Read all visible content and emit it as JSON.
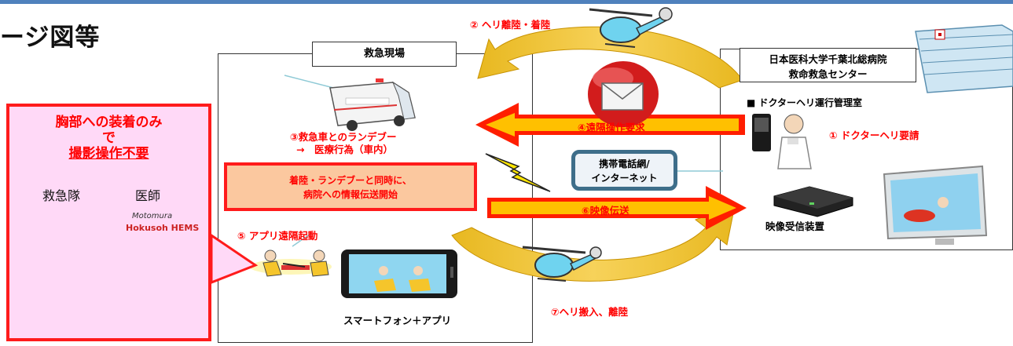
{
  "title": "ージ図等",
  "scene": {
    "label": "救急現場"
  },
  "hospital": {
    "label_line1": "日本医科大学千葉北総病院",
    "label_line2": "救命救急センター",
    "ops_room": "■ ドクターヘリ運行管理室"
  },
  "steps": {
    "s1": "① ドクターヘリ要請",
    "s2": "② ヘリ離陸・着陸",
    "s3_line1": "③救急車とのランデブー",
    "s3_line2": "→　医療行為（車内）",
    "s4": "④遠隔操作要求",
    "s5": "⑤ アプリ遠隔起動",
    "s6": "⑥映像伝送",
    "s7": "⑦ヘリ搬入、離陸"
  },
  "info_box": {
    "line1": "着陸・ランデブーと同時に、",
    "line2": "病院への情報伝送開始"
  },
  "network": {
    "line1": "携帯電話網/",
    "line2": "インターネット"
  },
  "receiver": "映像受信装置",
  "smartphone": "スマートフォン＋アプリ",
  "wearable": {
    "line1": "胸部への装着のみ",
    "line2": "で",
    "line3": "撮影操作不要",
    "label_team": "救急隊",
    "label_doctor": "医師"
  },
  "photo_text": {
    "line1": "Motomura",
    "line2": "Hokusoh HEMS"
  },
  "colors": {
    "accent_red": "#ff0000",
    "arrow_orange": "#ffb000",
    "frame_blue": "#4f81bd"
  }
}
